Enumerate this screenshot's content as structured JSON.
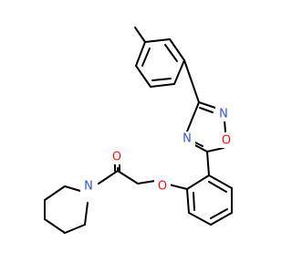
{
  "molecule": {
    "atoms": {
      "oxadiazole_n": "N",
      "oxadiazole_o": "O",
      "oxadiazole_n4": "N",
      "ketone_o": "O",
      "ether_o": "O",
      "piperidine_n": "N"
    },
    "colors": {
      "bond": "#000000",
      "nitrogen": "#3050F8",
      "oxygen": "#FF0D0D"
    }
  }
}
